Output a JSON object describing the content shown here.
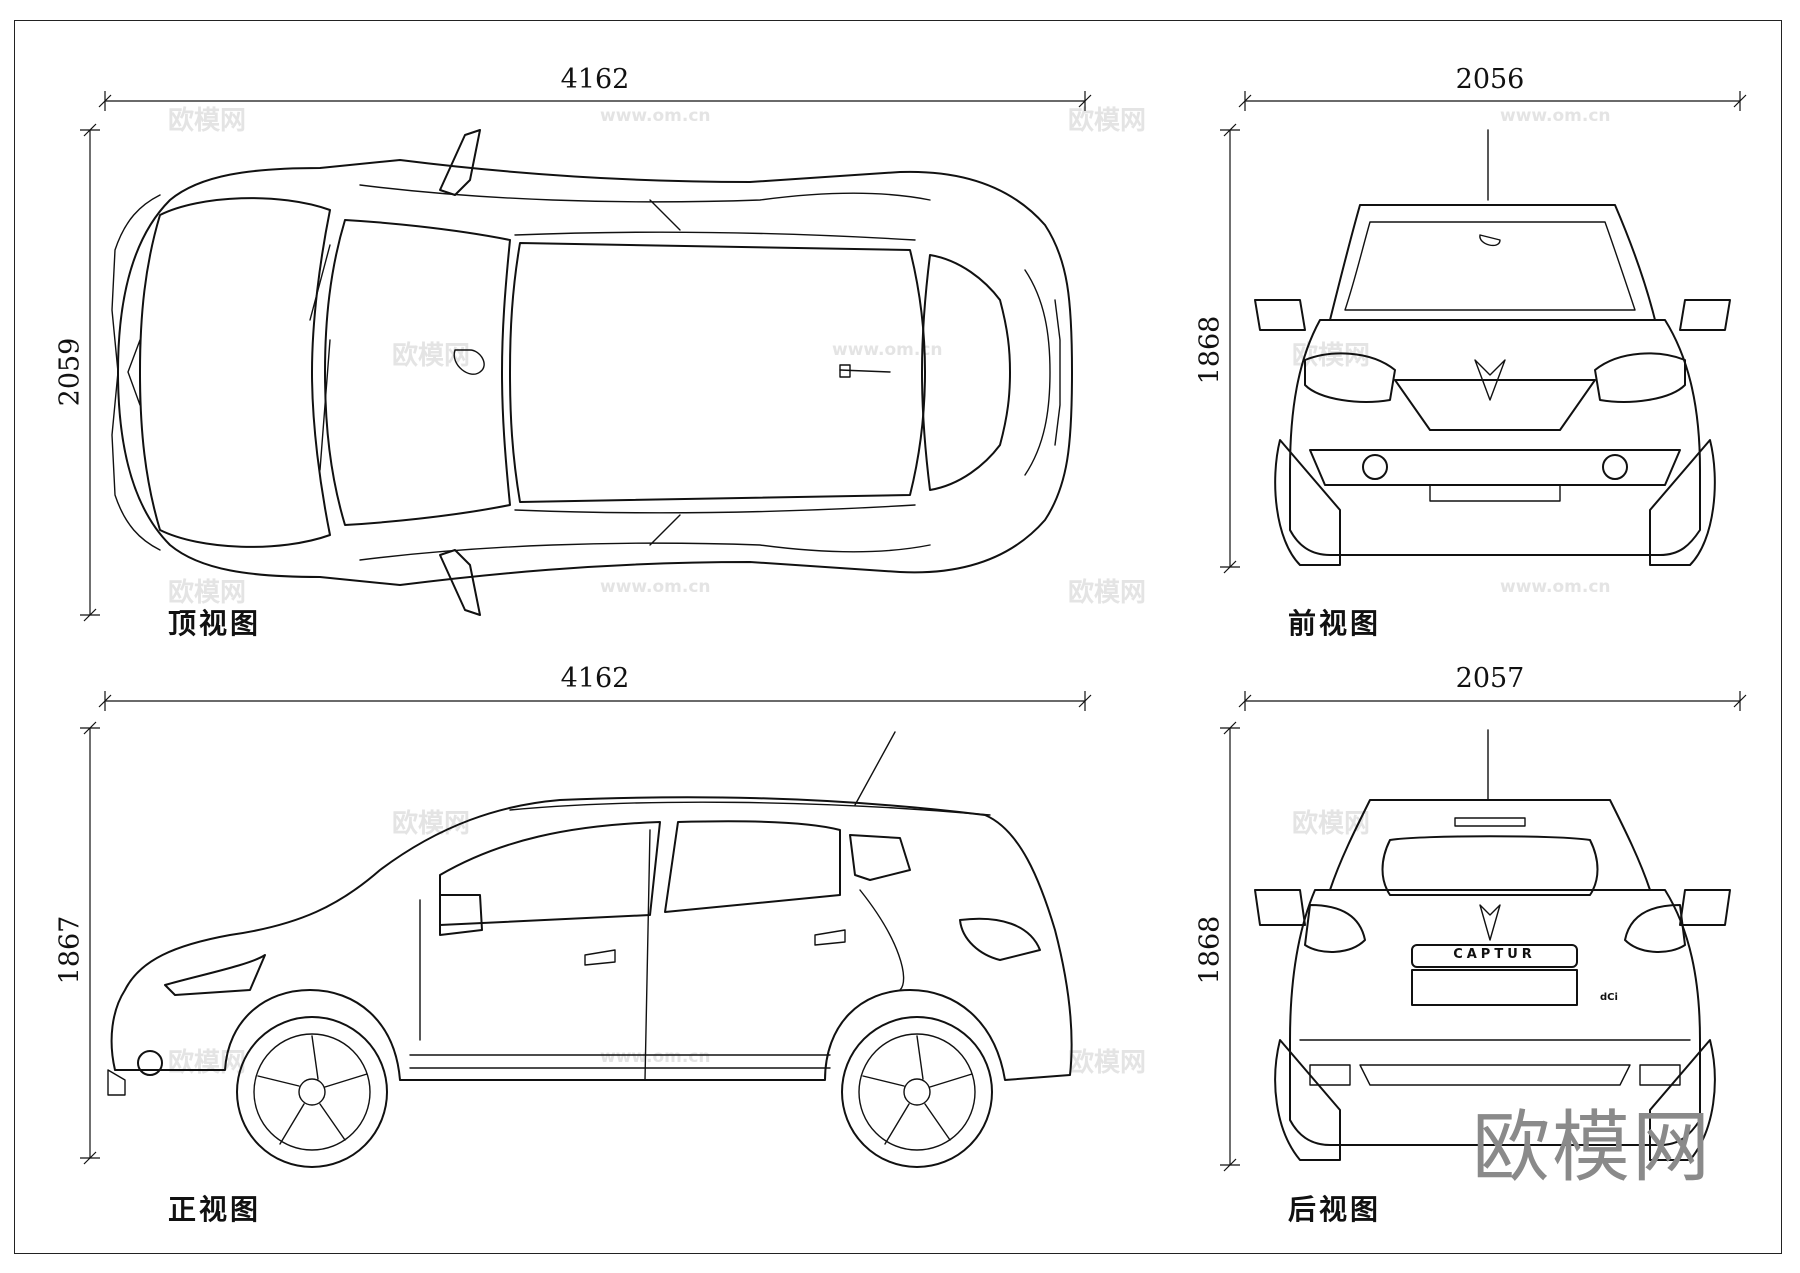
{
  "views": {
    "top": {
      "width_dim": "4162",
      "height_dim": "2059",
      "caption": "顶视图"
    },
    "front": {
      "width_dim": "2056",
      "height_dim": "1868",
      "caption": "前视图"
    },
    "side": {
      "width_dim": "4162",
      "height_dim": "1867",
      "caption": "正视图"
    },
    "rear": {
      "width_dim": "2057",
      "height_dim": "1868",
      "caption": "后视图",
      "badge": "CAPTUR",
      "trim_badge": "dCi"
    }
  },
  "watermarks": {
    "logo_text": "欧模网",
    "url": "www.om.cn",
    "corner_logo": "欧模网"
  }
}
